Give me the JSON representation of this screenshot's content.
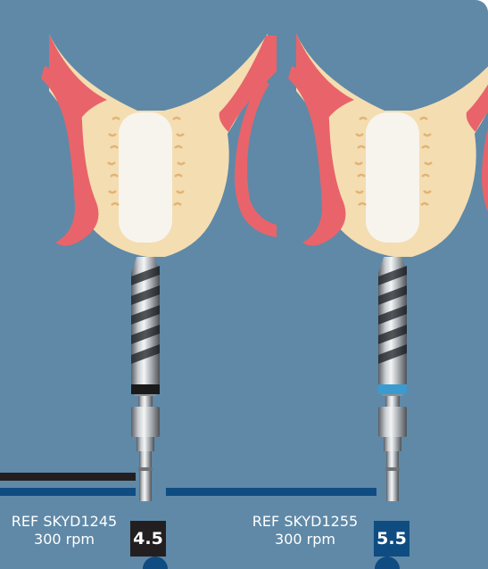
{
  "colors": {
    "background": "#5f89a7",
    "gum": "#e8646a",
    "bone": "#f4ddb1",
    "osteotomy": "#f6f4ec",
    "line_dark": "#231f20",
    "line_blue": "#0f4c82",
    "badge_dark": "#231f20",
    "badge_blue": "#0f4c82",
    "band_dark": "#1a1a1a",
    "band_blue": "#3a9bd0"
  },
  "drills": [
    {
      "ref": "REF SKYD1245",
      "speed": "300 rpm",
      "diameter": "4.5",
      "icon": "drill-4-5-icon"
    },
    {
      "ref": "REF SKYD1255",
      "speed": "300 rpm",
      "diameter": "5.5",
      "icon": "drill-5-5-icon"
    }
  ]
}
